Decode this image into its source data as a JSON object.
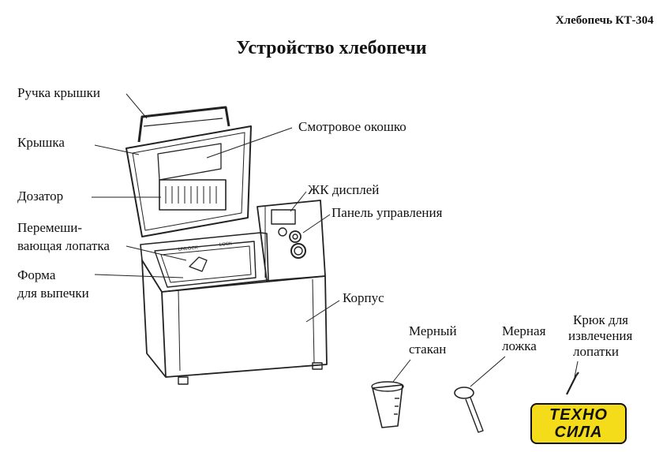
{
  "header": {
    "model": "Хлебопечь КТ-304"
  },
  "title": "Устройство хлебопечи",
  "labels": {
    "handle": "Ручка крышки",
    "lid": "Крышка",
    "dispenser": "Дозатор",
    "paddle_1": "Перемеши-",
    "paddle_2": "вающая лопатка",
    "pan_1": "Форма",
    "pan_2": "для выпечки",
    "window": "Смотровое окошко",
    "lcd": "ЖК дисплей",
    "control_panel": "Панель управления",
    "body": "Корпус",
    "cup_1": "Мерный",
    "cup_2": "стакан",
    "spoon_1": "Мерная",
    "spoon_2": "ложка",
    "hook_1": "Крюк для",
    "hook_2": "извлечения",
    "hook_3": "лопатки"
  },
  "panel_text": {
    "unlock": "UNLOCK",
    "lock": "LOCK"
  },
  "logo": {
    "line1": "ТЕХНО",
    "line2": "СИЛА",
    "color": "#f5dc1a"
  }
}
